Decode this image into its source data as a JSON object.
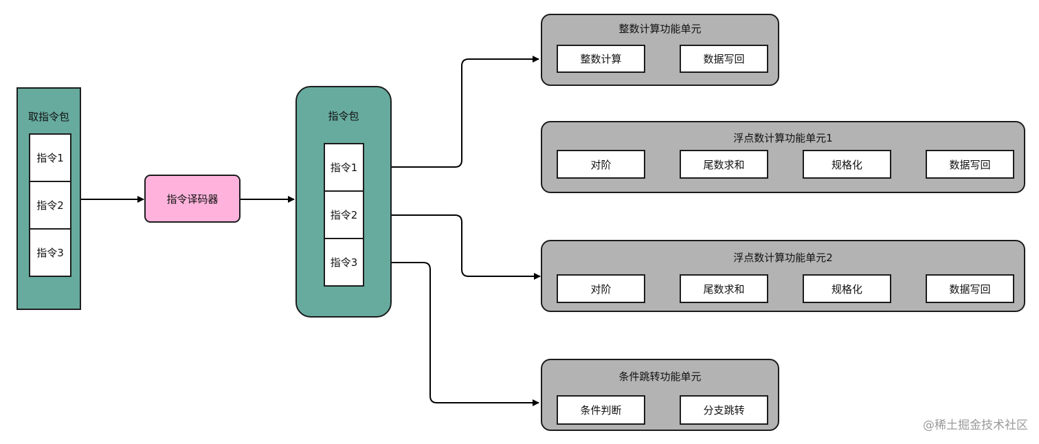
{
  "fetch_packet": {
    "title": "取指令包",
    "instructions": [
      "指令1",
      "指令2",
      "指令3"
    ]
  },
  "decoder": {
    "label": "指令译码器"
  },
  "instruction_packet": {
    "title": "指令包",
    "instructions": [
      "指令1",
      "指令2",
      "指令3"
    ]
  },
  "units": {
    "integer": {
      "title": "整数计算功能单元",
      "steps": [
        "整数计算",
        "数据写回"
      ]
    },
    "float1": {
      "title": "浮点数计算功能单元1",
      "steps": [
        "对阶",
        "尾数求和",
        "规格化",
        "数据写回"
      ]
    },
    "float2": {
      "title": "浮点数计算功能单元2",
      "steps": [
        "对阶",
        "尾数求和",
        "规格化",
        "数据写回"
      ]
    },
    "branch": {
      "title": "条件跳转功能单元",
      "steps": [
        "条件判断",
        "分支跳转"
      ]
    }
  },
  "watermark": "@稀土掘金技术社区"
}
